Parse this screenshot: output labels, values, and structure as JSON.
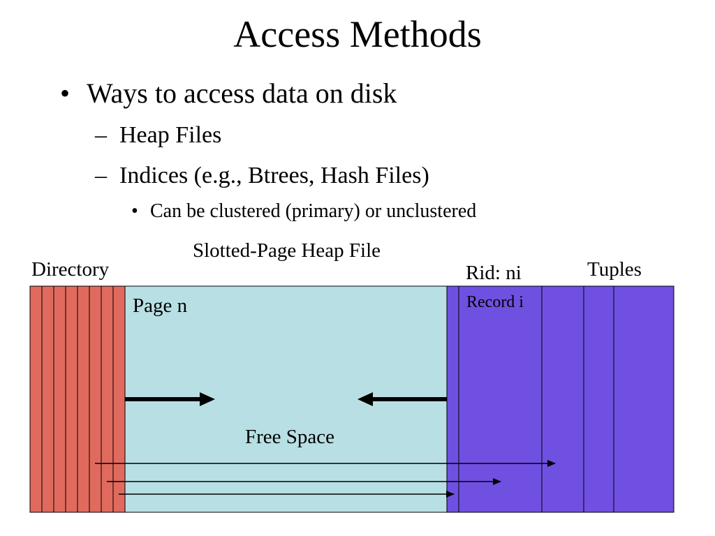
{
  "slide": {
    "title": "Access Methods",
    "bullets": {
      "level1": {
        "marker": "•",
        "text": "Ways to access data on disk"
      },
      "level2": [
        {
          "marker": "–",
          "text": "Heap Files"
        },
        {
          "marker": "–",
          "text": "Indices (e.g., Btrees, Hash Files)"
        }
      ],
      "level3": {
        "marker": "•",
        "text": "Can be clustered (primary) or unclustered"
      }
    }
  },
  "diagram": {
    "caption": "Slotted-Page Heap File",
    "directory_label": "Directory",
    "rid_label": "Rid: ni",
    "tuples_label": "Tuples",
    "page_label": "Page n",
    "record_label": "Record i",
    "free_space_label": "Free Space",
    "colors": {
      "directory": "#e06a5e",
      "free_space": "#b8e0e4",
      "tuples": "#7050e0",
      "lines": "#000000"
    }
  }
}
